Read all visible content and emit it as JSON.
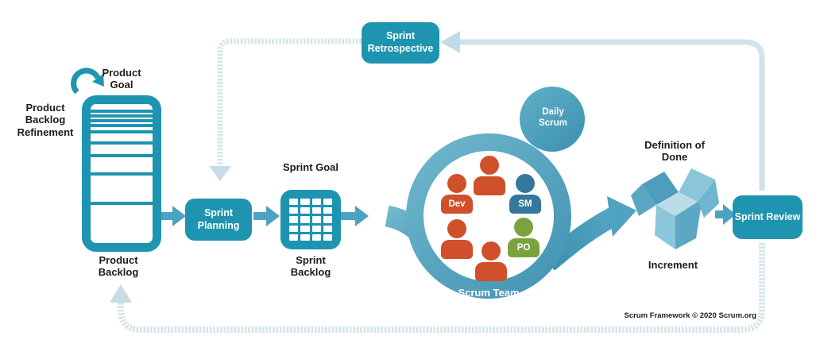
{
  "diagram": {
    "footer": "Scrum Framework © 2020 Scrum.org",
    "nodes": {
      "product_goal": "Product Goal",
      "product_backlog_refinement": "Product Backlog Refinement",
      "product_backlog": "Product Backlog",
      "sprint_planning": "Sprint Planning",
      "sprint_goal": "Sprint Goal",
      "sprint_backlog": "Sprint Backlog",
      "daily_scrum": "Daily Scrum",
      "scrum_team": "Scrum Team",
      "definition_of_done": "Definition of Done",
      "increment": "Increment",
      "sprint_review": "Sprint Review",
      "sprint_retrospective": "Sprint Retrospective"
    },
    "roles": [
      {
        "label": "Dev",
        "color": "#d0502b"
      },
      {
        "label": "SM",
        "color": "#36789b"
      },
      {
        "label": "PO",
        "color": "#7ba33d"
      }
    ],
    "colors": {
      "node_teal": "#1e94b1",
      "ring_teal": "#4e9fbc",
      "arrow_teal": "#4ba3c1",
      "loop_light_blue": "#d4e5ec",
      "dev_orange": "#d0502b",
      "sm_blue": "#36789b",
      "po_green": "#7ba33d"
    }
  }
}
